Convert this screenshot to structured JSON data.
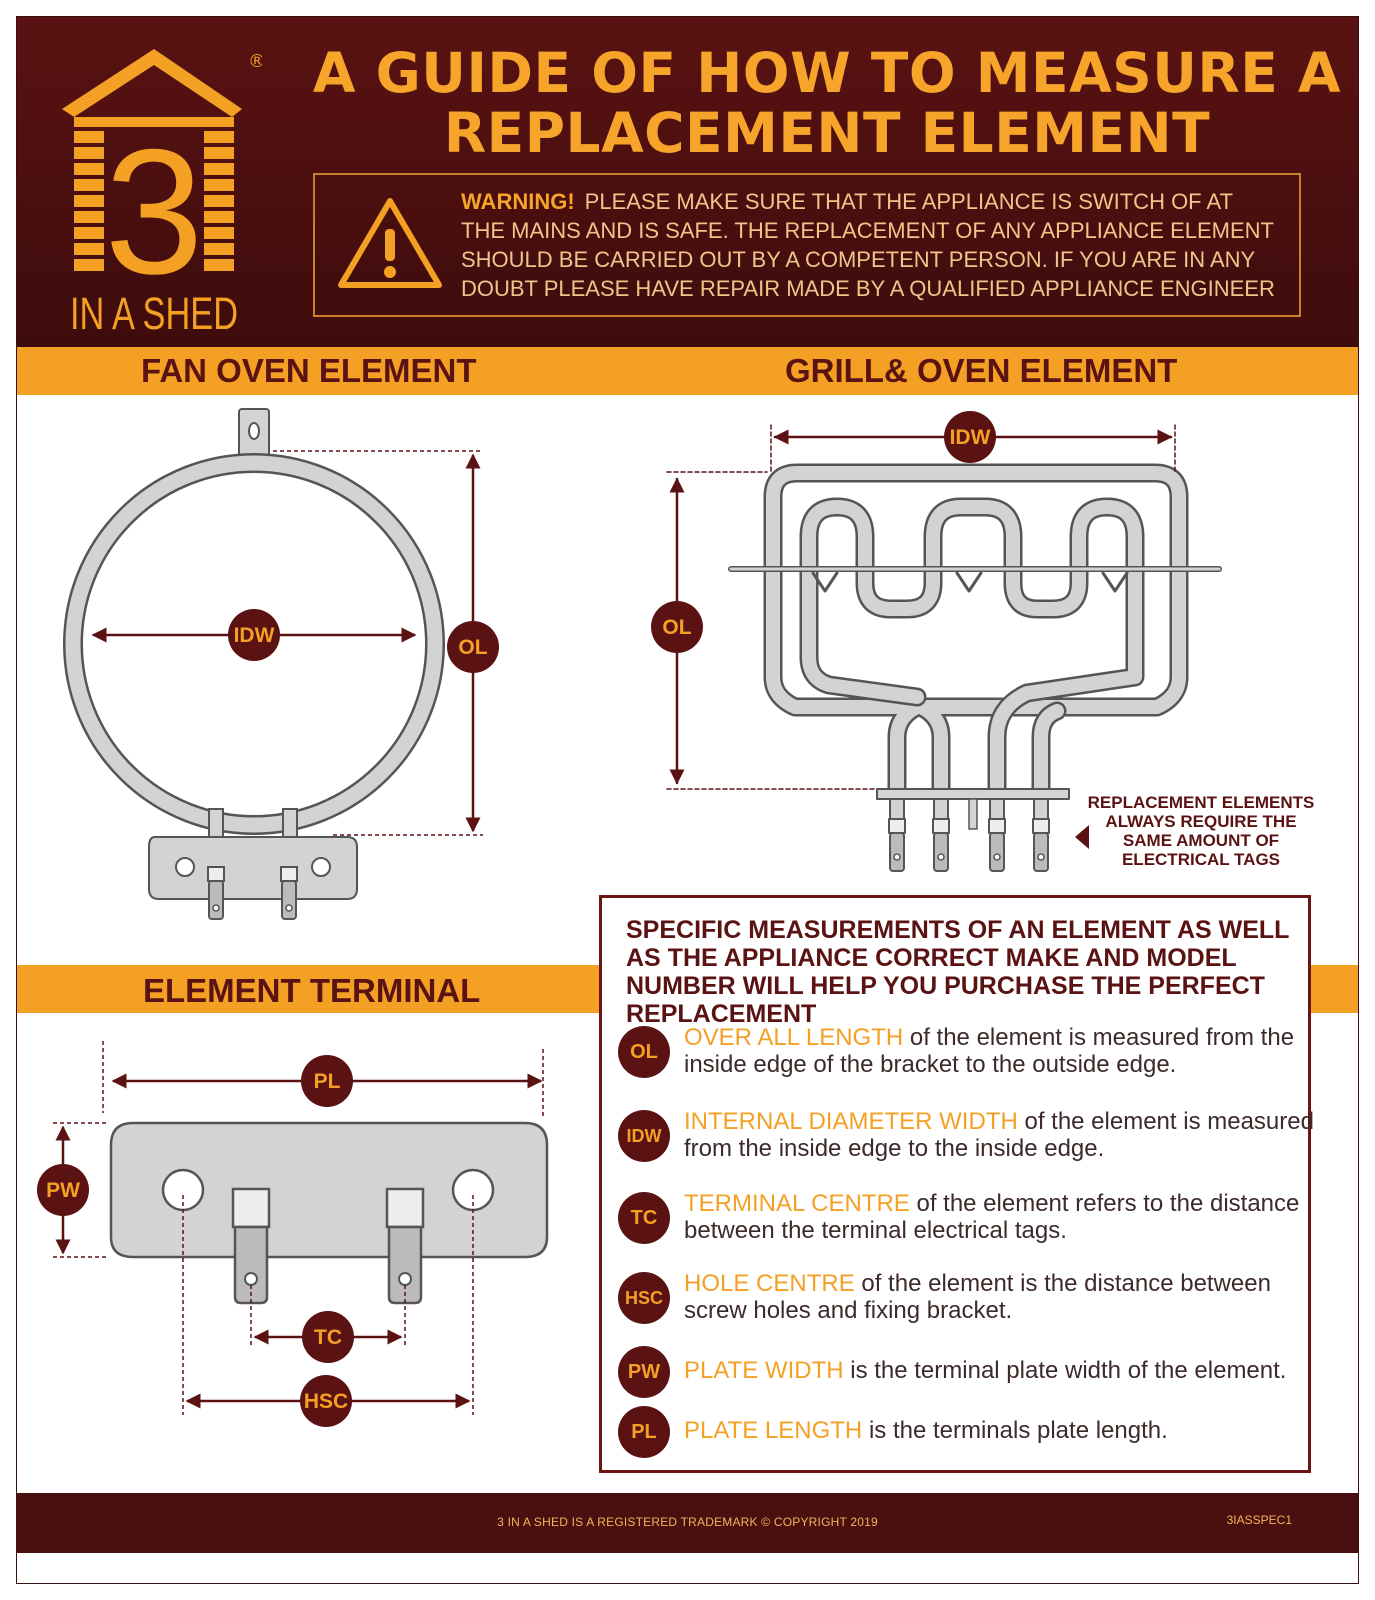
{
  "logo": {
    "number": "3",
    "text": "IN A SHED",
    "registered": "®"
  },
  "title": {
    "line1": "A GUIDE OF HOW TO MEASURE A",
    "line2": "REPLACEMENT ELEMENT"
  },
  "warning": {
    "label": "WARNING!",
    "text": "PLEASE MAKE SURE THAT THE APPLIANCE IS SWITCH OF AT THE MAINS AND IS SAFE. THE REPLACEMENT OF ANY APPLIANCE ELEMENT SHOULD BE CARRIED OUT BY A COMPETENT PERSON. IF YOU ARE IN ANY DOUBT PLEASE HAVE REPAIR MADE BY A QUALIFIED APPLIANCE ENGINEER"
  },
  "sections": {
    "fan_oven": "FAN OVEN ELEMENT",
    "grill_oven": "GRILL& OVEN ELEMENT",
    "terminal": "ELEMENT TERMINAL"
  },
  "labels": {
    "idw": "IDW",
    "ol": "OL",
    "pl": "PL",
    "pw": "PW",
    "tc": "TC",
    "hsc": "HSC"
  },
  "tag_note": "REPLACEMENT ELEMENTS ALWAYS REQUIRE THE SAME AMOUNT OF ELECTRICAL TAGS",
  "info": {
    "heading": "SPECIFIC MEASUREMENTS OF AN ELEMENT AS WELL AS THE APPLIANCE CORRECT MAKE AND MODEL NUMBER WILL HELP YOU PURCHASE THE PERFECT REPLACEMENT",
    "items": [
      {
        "badge": "OL",
        "term": "OVER ALL LENGTH",
        "text": "of the element is measured from the inside edge of the bracket to the outside edge."
      },
      {
        "badge": "IDW",
        "term": "INTERNAL DIAMETER WIDTH",
        "text": "of the element is measured from the inside edge to the inside edge."
      },
      {
        "badge": "TC",
        "term": "TERMINAL CENTRE",
        "text": "of the element refers to the distance between the terminal electrical tags."
      },
      {
        "badge": "HSC",
        "term": "HOLE CENTRE",
        "text": "of the element is the distance between screw holes and fixing bracket."
      },
      {
        "badge": "PW",
        "term": "PLATE WIDTH",
        "text": "is the terminal plate width of the element."
      },
      {
        "badge": "PL",
        "term": "PLATE LENGTH",
        "text": "is the terminals plate length."
      }
    ]
  },
  "footer": {
    "text": "3 IN A SHED IS A REGISTERED TRADEMARK © COPYRIGHT 2019",
    "code": "3IASSPEC1"
  },
  "colors": {
    "maroon": "#5a1212",
    "orange": "#f4a024",
    "metal": "#d3d3d3"
  }
}
